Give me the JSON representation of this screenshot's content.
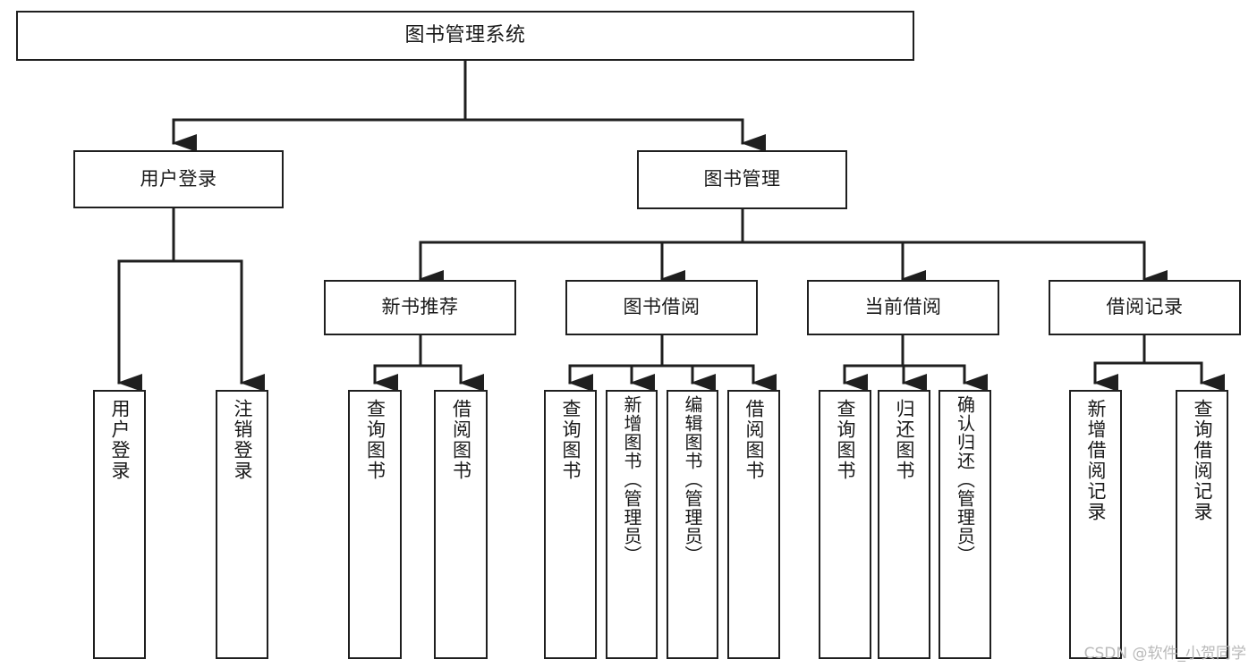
{
  "diagram": {
    "title": "图书管理系统",
    "type": "tree-hierarchy",
    "root": {
      "id": "root",
      "label": "图书管理系统"
    },
    "level2": [
      {
        "id": "user-login",
        "label": "用户登录"
      },
      {
        "id": "book-manage",
        "label": "图书管理"
      }
    ],
    "level3": [
      {
        "id": "new-book-recommend",
        "label": "新书推荐",
        "parent": "book-manage"
      },
      {
        "id": "book-borrow",
        "label": "图书借阅",
        "parent": "book-manage"
      },
      {
        "id": "current-borrow",
        "label": "当前借阅",
        "parent": "book-manage"
      },
      {
        "id": "borrow-record",
        "label": "借阅记录",
        "parent": "book-manage"
      }
    ],
    "leaves": {
      "user_login": [
        {
          "id": "leaf-user-login",
          "label": "用户登录"
        },
        {
          "id": "leaf-logout",
          "label": "注销登录"
        }
      ],
      "new_book_recommend": [
        {
          "id": "leaf-query-book-1",
          "label": "查询图书"
        },
        {
          "id": "leaf-borrow-book-1",
          "label": "借阅图书"
        }
      ],
      "book_borrow": [
        {
          "id": "leaf-query-book-2",
          "label": "查询图书"
        },
        {
          "id": "leaf-add-book",
          "label": "新增图书（管理员）"
        },
        {
          "id": "leaf-edit-book",
          "label": "编辑图书（管理员）"
        },
        {
          "id": "leaf-borrow-book-2",
          "label": "借阅图书"
        }
      ],
      "current_borrow": [
        {
          "id": "leaf-query-book-3",
          "label": "查询图书"
        },
        {
          "id": "leaf-return-book",
          "label": "归还图书"
        },
        {
          "id": "leaf-confirm-return",
          "label": "确认归还（管理员）"
        }
      ],
      "borrow_record": [
        {
          "id": "leaf-add-record",
          "label": "新增借阅记录"
        },
        {
          "id": "leaf-query-record",
          "label": "查询借阅记录"
        }
      ]
    }
  },
  "watermark": {
    "text": "CSDN @软件_小贺同学"
  },
  "colors": {
    "stroke": "#1f1f1f",
    "fill": "#ffffff",
    "text": "#1a1a1a",
    "watermark": "#b9b9b9"
  }
}
